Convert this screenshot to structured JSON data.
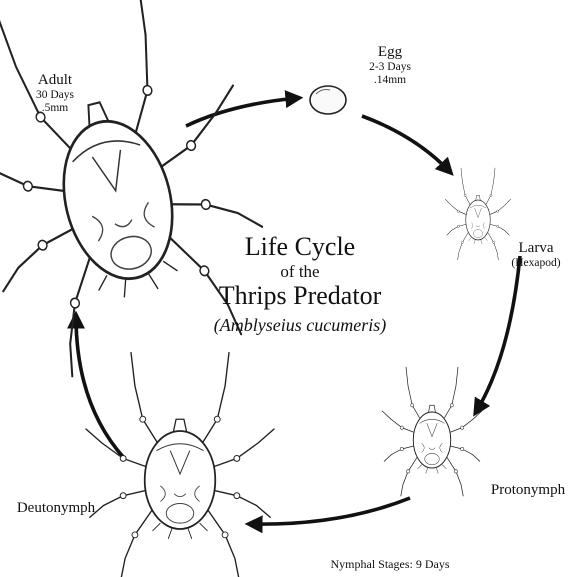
{
  "title": {
    "line1": "Life Cycle",
    "line2": "of the",
    "line3": "Thrips Predator",
    "line4": "(Amblyseius cucumeris)"
  },
  "stages": {
    "adult": {
      "name": "Adult",
      "duration": "30 Days",
      "size": ".5mm"
    },
    "egg": {
      "name": "Egg",
      "duration": "2-3 Days",
      "size": ".14mm"
    },
    "larva": {
      "name": "Larva",
      "note": "(Hexapod)"
    },
    "protonymph": {
      "name": "Protonymph"
    },
    "deutonymph": {
      "name": "Deutonymph"
    }
  },
  "footer": {
    "nymphal": "Nymphal Stages: 9 Days"
  }
}
